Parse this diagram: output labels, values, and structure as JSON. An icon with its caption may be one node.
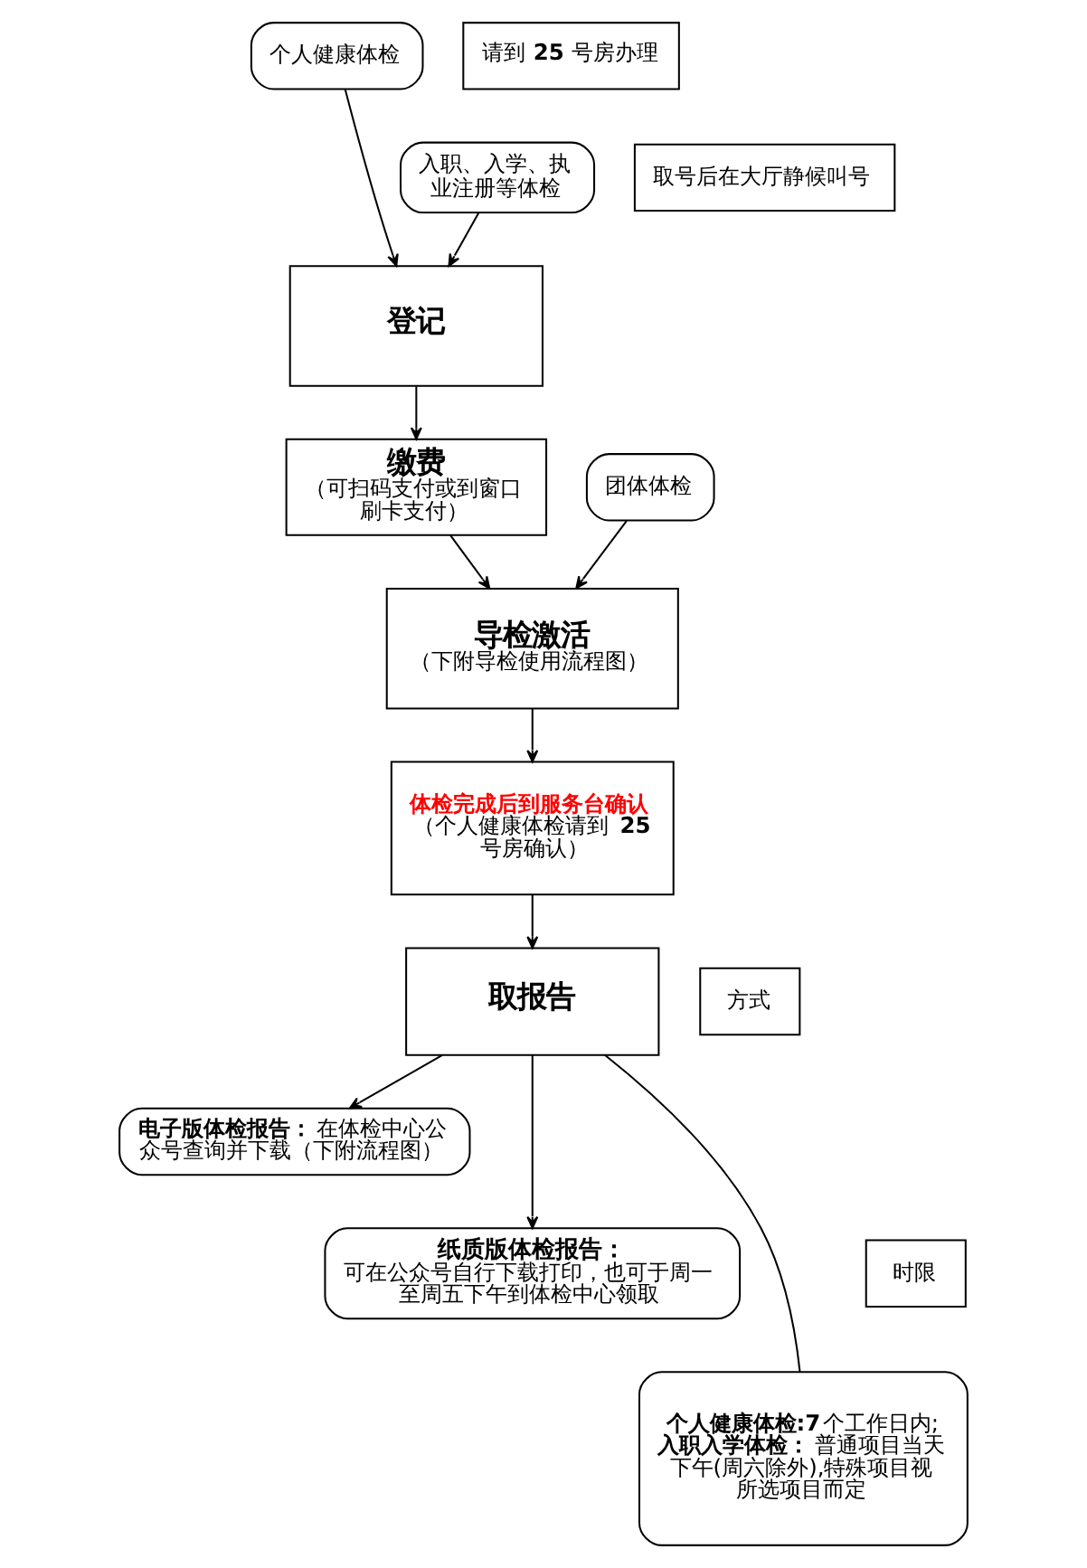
{
  "diagram": {
    "nodes": [
      {
        "text": [
          "个人健康体检"
        ]
      },
      {
        "text": [
          "请到 **25** 号房办理"
        ]
      },
      {
        "text": [
          "登记"
        ]
      },
      {
        "text": [
          "入职、入学、执业注册等体检"
        ]
      },
      {
        "text": [
          "取号后在大厅静候叫号"
        ]
      },
      {
        "text": [
          "团体体检"
        ]
      },
      {
        "text": [
          "缴费",
          "（可扫码支付或到窗口刷卡支付）"
        ]
      },
      {
        "text": [
          "导检激活",
          "（下附导检使用流程图）"
        ]
      },
      {
        "text": [
          "体检完成后到服务台确认",
          "（个人健康体检请到 **25** 号房确认）"
        ]
      },
      {
        "text": [
          "**电子版体检报告：**在体检中心公众号查询并下载（下附流程图）"
        ]
      },
      {
        "text": [
          "方式"
        ]
      },
      {
        "text": [
          "取报告"
        ]
      },
      {
        "text": [
          "纸质版体检报告：",
          "可在公众号自行下载打印，也可于周一至周五下午到体检中心领取"
        ]
      },
      {
        "text": [
          "时限"
        ]
      },
      {
        "text": [
          "**个人健康体检:7**个工作日内;",
          "**入职入学体检：**普通项目当天下午(周六除外),特殊项目视所选项目而定"
        ]
      }
    ],
    "edges": [
      {
        "from": 0,
        "to": 2,
        "arrow": "to"
      },
      {
        "from": 3,
        "to": 2,
        "arrow": "to"
      },
      {
        "from": 2,
        "to": 6,
        "arrow": "to"
      },
      {
        "from": 6,
        "to": 7,
        "arrow": "to"
      },
      {
        "from": 5,
        "to": 7,
        "arrow": "to"
      },
      {
        "from": 7,
        "to": 8,
        "arrow": "to"
      },
      {
        "from": 8,
        "to": 11,
        "arrow": "to"
      },
      {
        "from": 11,
        "to": 9,
        "arrow": "to"
      },
      {
        "from": 11,
        "to": 12,
        "arrow": "to"
      },
      {
        "from": 11,
        "to": 14,
        "arrow": "none"
      }
    ]
  }
}
